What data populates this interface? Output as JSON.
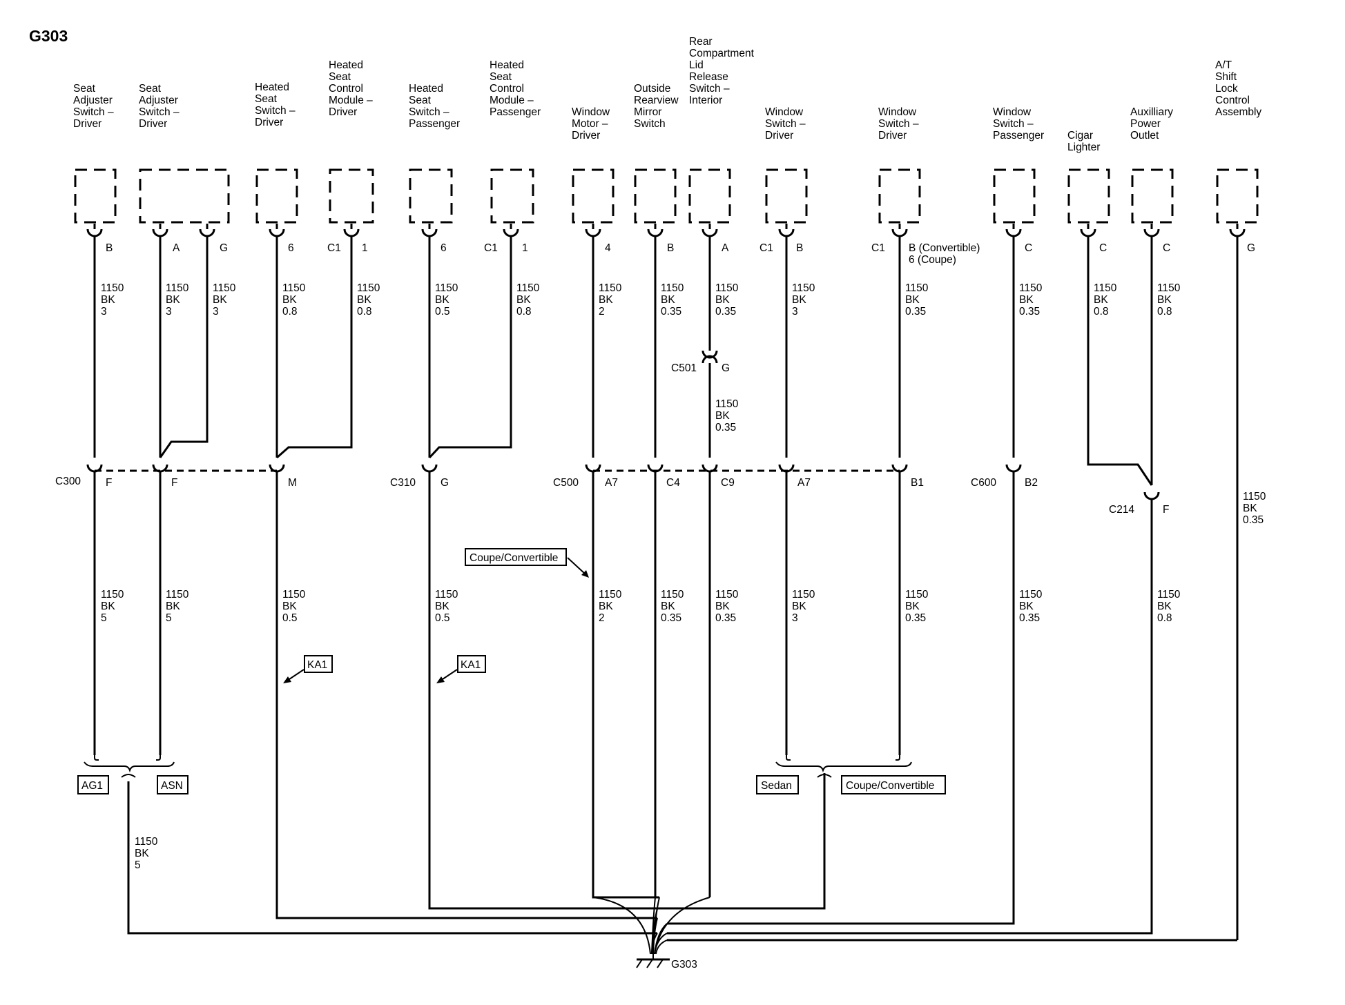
{
  "title": "G303",
  "components": [
    {
      "id": "c1",
      "lines": [
        "Seat",
        "Adjuster",
        "Switch –",
        "Driver"
      ],
      "pins": [
        "B"
      ]
    },
    {
      "id": "c2",
      "lines": [
        "Seat",
        "Adjuster",
        "Switch –",
        "Driver"
      ],
      "pins": [
        "A",
        "G"
      ]
    },
    {
      "id": "c3",
      "lines": [
        "Heated",
        "Seat",
        "Switch –",
        "Driver"
      ],
      "pins": [
        "6"
      ]
    },
    {
      "id": "c4",
      "lines": [
        "Heated",
        "Seat",
        "Control",
        "Module –",
        "Driver"
      ],
      "pins": [
        "C1",
        "1"
      ]
    },
    {
      "id": "c5",
      "lines": [
        "Heated",
        "Seat",
        "Switch –",
        "Passenger"
      ],
      "pins": [
        "6"
      ]
    },
    {
      "id": "c6",
      "lines": [
        "Heated",
        "Seat",
        "Control",
        "Module –",
        "Passenger"
      ],
      "pins": [
        "C1",
        "1"
      ]
    },
    {
      "id": "c7",
      "lines": [
        "Window",
        "Motor –",
        "Driver"
      ],
      "pins": [
        "4"
      ]
    },
    {
      "id": "c8",
      "lines": [
        "Outside",
        "Rearview",
        "Mirror",
        "Switch"
      ],
      "pins": [
        "B"
      ]
    },
    {
      "id": "c9",
      "lines": [
        "Rear",
        "Compartment",
        "Lid",
        "Release",
        "Switch –",
        "Interior"
      ],
      "pins": [
        "A"
      ]
    },
    {
      "id": "c10",
      "lines": [
        "Window",
        "Switch –",
        "Driver"
      ],
      "pins": [
        "C1",
        "B"
      ]
    },
    {
      "id": "c11",
      "lines": [
        "Window",
        "Switch –",
        "Driver"
      ],
      "pins": [
        "C1",
        "B (Convertible)",
        "6 (Coupe)"
      ]
    },
    {
      "id": "c12",
      "lines": [
        "Window",
        "Switch –",
        "Passenger"
      ],
      "pins": [
        "C"
      ]
    },
    {
      "id": "c13",
      "lines": [
        "Cigar",
        "Lighter"
      ],
      "pins": [
        "C"
      ]
    },
    {
      "id": "c14",
      "lines": [
        "Auxilliary",
        "Power",
        "Outlet"
      ],
      "pins": [
        "C"
      ]
    },
    {
      "id": "c15",
      "lines": [
        "A/T",
        "Shift",
        "Lock",
        "Control",
        "Assembly"
      ],
      "pins": [
        "G"
      ]
    }
  ],
  "wire_labels_upper": [
    {
      "id": "w1",
      "lines": [
        "1150",
        "BK",
        "3"
      ]
    },
    {
      "id": "w2",
      "lines": [
        "1150",
        "BK",
        "3"
      ]
    },
    {
      "id": "w3",
      "lines": [
        "1150",
        "BK",
        "3"
      ]
    },
    {
      "id": "w4",
      "lines": [
        "1150",
        "BK",
        "0.8"
      ]
    },
    {
      "id": "w5",
      "lines": [
        "1150",
        "BK",
        "0.8"
      ]
    },
    {
      "id": "w6",
      "lines": [
        "1150",
        "BK",
        "0.5"
      ]
    },
    {
      "id": "w7",
      "lines": [
        "1150",
        "BK",
        "0.8"
      ]
    },
    {
      "id": "w8",
      "lines": [
        "1150",
        "BK",
        "2"
      ]
    },
    {
      "id": "w9",
      "lines": [
        "1150",
        "BK",
        "0.35"
      ]
    },
    {
      "id": "w10",
      "lines": [
        "1150",
        "BK",
        "0.35"
      ]
    },
    {
      "id": "w11",
      "lines": [
        "1150",
        "BK",
        "3"
      ]
    },
    {
      "id": "w12",
      "lines": [
        "1150",
        "BK",
        "0.35"
      ]
    },
    {
      "id": "w13",
      "lines": [
        "1150",
        "BK",
        "0.35"
      ]
    },
    {
      "id": "w14",
      "lines": [
        "1150",
        "BK",
        "0.8"
      ]
    },
    {
      "id": "w15",
      "lines": [
        "1150",
        "BK",
        "0.8"
      ]
    }
  ],
  "wire_labels_mid": [
    {
      "id": "m1",
      "lines": [
        "1150",
        "BK",
        "0.35"
      ]
    },
    {
      "id": "m2",
      "lines": [
        "1150",
        "BK",
        "0.35"
      ]
    }
  ],
  "wire_labels_lower": [
    {
      "id": "l1",
      "lines": [
        "1150",
        "BK",
        "5"
      ]
    },
    {
      "id": "l2",
      "lines": [
        "1150",
        "BK",
        "5"
      ]
    },
    {
      "id": "l3",
      "lines": [
        "1150",
        "BK",
        "0.5"
      ]
    },
    {
      "id": "l4",
      "lines": [
        "1150",
        "BK",
        "0.5"
      ]
    },
    {
      "id": "l5",
      "lines": [
        "1150",
        "BK",
        "2"
      ]
    },
    {
      "id": "l6",
      "lines": [
        "1150",
        "BK",
        "0.35"
      ]
    },
    {
      "id": "l7",
      "lines": [
        "1150",
        "BK",
        "0.35"
      ]
    },
    {
      "id": "l8",
      "lines": [
        "1150",
        "BK",
        "3"
      ]
    },
    {
      "id": "l9",
      "lines": [
        "1150",
        "BK",
        "0.35"
      ]
    },
    {
      "id": "l10",
      "lines": [
        "1150",
        "BK",
        "0.35"
      ]
    },
    {
      "id": "l11",
      "lines": [
        "1150",
        "BK",
        "0.8"
      ]
    },
    {
      "id": "l12",
      "lines": [
        "1150",
        "BK",
        "5"
      ]
    }
  ],
  "connectors": {
    "c300": {
      "name": "C300",
      "pins": [
        "F",
        "F",
        "M"
      ]
    },
    "c310": {
      "name": "C310",
      "pins": [
        "G"
      ]
    },
    "c500": {
      "name": "C500",
      "pins": [
        "A7",
        "C4",
        "C9",
        "A7",
        "B1"
      ]
    },
    "c600": {
      "name": "C600",
      "pins": [
        "B2"
      ]
    },
    "c501": {
      "name": "C501",
      "pin": "G"
    },
    "c214": {
      "name": "C214",
      "pin": "F"
    }
  },
  "option_boxes": {
    "coupe_convertible_top": "Coupe/Convertible",
    "ka1_left": "KA1",
    "ka1_right": "KA1",
    "ag1": "AG1",
    "asn": "ASN",
    "sedan": "Sedan",
    "coupe_convertible_bottom": "Coupe/Convertible"
  },
  "ground": {
    "name": "G303"
  }
}
